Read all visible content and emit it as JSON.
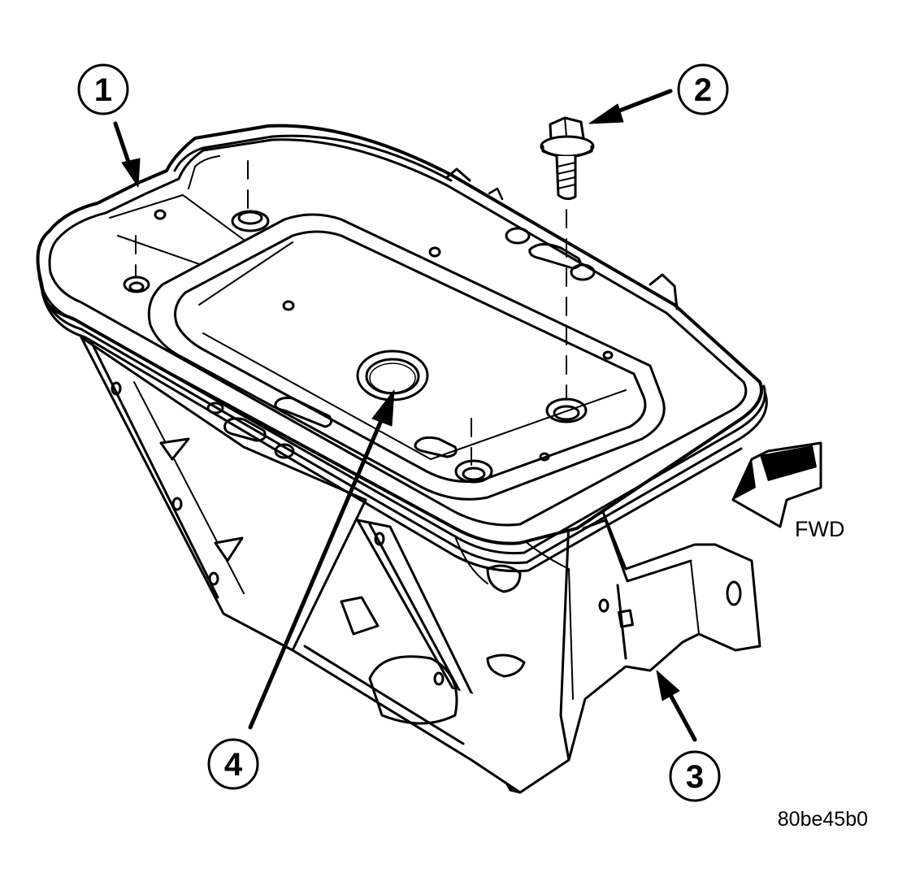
{
  "figure": {
    "code": "80be45b0",
    "fwd_label": "FWD"
  },
  "callouts": [
    {
      "id": "1",
      "label": "1"
    },
    {
      "id": "2",
      "label": "2"
    },
    {
      "id": "3",
      "label": "3"
    },
    {
      "id": "4",
      "label": "4"
    }
  ],
  "colors": {
    "ink": "#000000",
    "paper": "#ffffff"
  }
}
